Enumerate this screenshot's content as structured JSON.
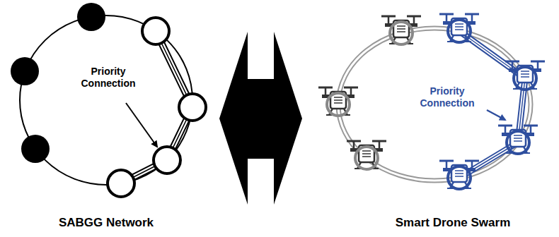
{
  "diagram": {
    "labels": [
      "Priority Connection",
      "Priority Connection",
      "SABGG Network",
      "Smart Drone Swarm"
    ]
  }
}
